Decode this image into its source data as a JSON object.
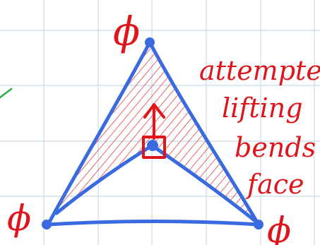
{
  "labels": {
    "vertex_top": "ϕ",
    "vertex_left": "ϕ",
    "vertex_right": "ϕ",
    "annotation_line1": "attempted",
    "annotation_line2": "lifting",
    "annotation_line3": "bends",
    "annotation_line4": "face"
  },
  "colors": {
    "background": "#ffffff",
    "grid": "#c7dbe8",
    "edges": "#3a6ae0",
    "ink_red": "#e0141b",
    "hatching": "#e0141b",
    "margin_mark": "#2aa84a"
  },
  "icons": {
    "lift_arrow": "up-arrow-icon",
    "lifted_point": "square-marker-icon"
  }
}
